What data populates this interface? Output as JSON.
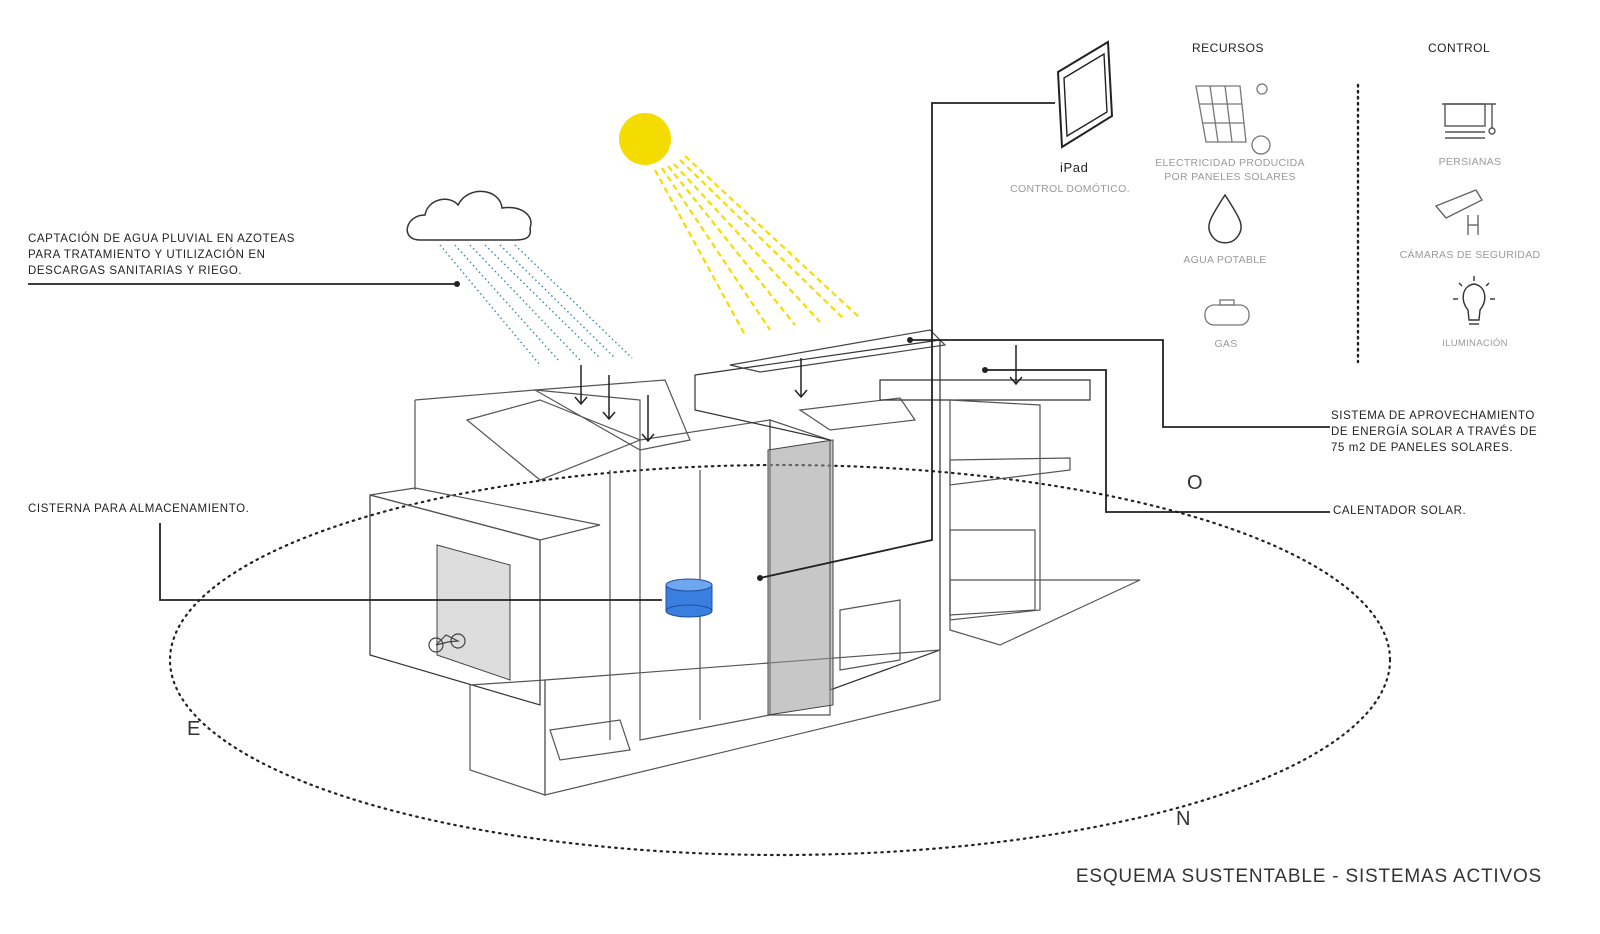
{
  "annotations": {
    "rainwater": "CAPTACIÓN DE AGUA PLUVIAL EN AZOTEAS\nPARA TRATAMIENTO Y UTILIZACIÓN EN\nDESCARGAS SANITARIAS Y RIEGO.",
    "cistern": "CISTERNA PARA ALMACENAMIENTO.",
    "solar_energy": "SISTEMA DE APROVECHAMIENTO\nDE ENERGÍA SOLAR A TRAVÉS DE\n75 m2 DE PANELES SOLARES.",
    "solar_heater": "CALENTADOR SOLAR."
  },
  "ipad": {
    "title": "iPad",
    "subtitle": "CONTROL DOMÓTICO."
  },
  "recursos": {
    "heading": "RECURSOS",
    "items": [
      {
        "label": "ELECTRICIDAD PRODUCIDA\nPOR PANELES SOLARES",
        "icon": "solar-panel-icon"
      },
      {
        "label": "AGUA POTABLE",
        "icon": "water-drop-icon"
      },
      {
        "label": "GAS",
        "icon": "gas-tank-icon"
      }
    ]
  },
  "control": {
    "heading": "CONTROL",
    "items": [
      {
        "label": "PERSIANAS",
        "icon": "blinds-icon"
      },
      {
        "label": "CÁMARAS DE SEGURIDAD",
        "icon": "security-camera-icon"
      },
      {
        "label": "ILUMINACIÓN",
        "icon": "light-bulb-icon"
      }
    ]
  },
  "orientation": {
    "east": "E",
    "west": "O",
    "north": "N"
  },
  "title": "ESQUEMA SUSTENTABLE - SISTEMAS ACTIVOS",
  "colors": {
    "sun": "#f5dc00",
    "rain": "#3f8fb0",
    "cistern": "#3a7ee0"
  }
}
